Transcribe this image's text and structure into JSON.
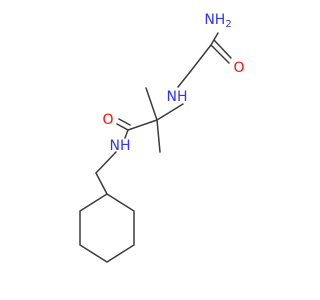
{
  "colors": {
    "bond": "#3b3b3b",
    "nitrogen": "#3333ff",
    "oxygen": "#ff0d0d"
  },
  "atoms": {
    "nh2": "NH2",
    "o_top": "O",
    "nh_amine": "NH",
    "o_amide": "O",
    "nh_amide": "NH"
  }
}
